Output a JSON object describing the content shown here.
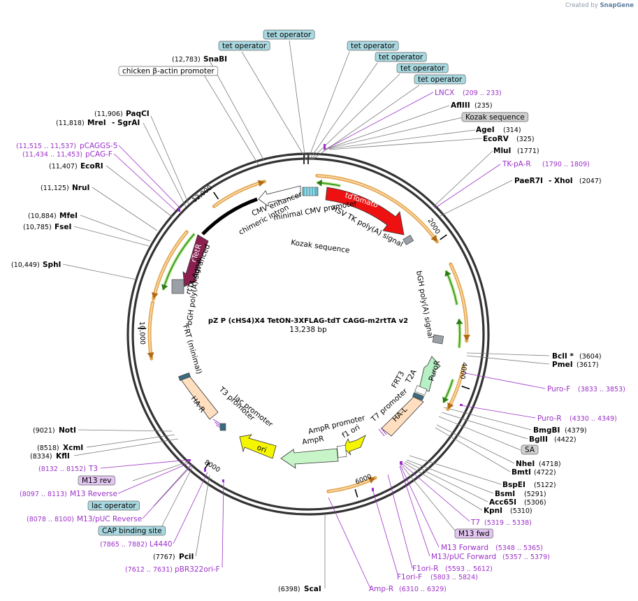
{
  "credit": {
    "prefix": "Created by",
    "brand": "SnapGene"
  },
  "plasmid": {
    "name": "pZ P (cHS4)X4 TetON-3XFLAG-tdT CAGG-m2rtTA v2",
    "length_label": "13,238 bp",
    "length": 13238
  },
  "ticks": [
    "2000",
    "4000",
    "6000",
    "8000",
    "10,000",
    "12,000"
  ],
  "features": [
    {
      "id": "tdTomato",
      "label": "tdTomato",
      "color": "#ee1111",
      "dir": 1,
      "start": 330,
      "end": 2000,
      "text_color": "#ffffff"
    },
    {
      "id": "rtetr",
      "label": "rTetR",
      "color": "#8b2050",
      "dir": -1,
      "start": 10980,
      "end": 11560,
      "text_color": "#ffffff"
    },
    {
      "id": "puror",
      "label": "PuroR",
      "color": "#b7f0c4",
      "dir": 1,
      "start": 3900,
      "end": 4450,
      "text_color": "#000000"
    },
    {
      "id": "t2a",
      "label": "T2A",
      "color": "#ffffff",
      "dir": 1,
      "start": 4460,
      "end": 4530,
      "text_color": "#000000"
    },
    {
      "id": "hal",
      "label": "HA-L",
      "color": "#ffdfbf",
      "dir": 1,
      "start": 4560,
      "end": 5130,
      "text_color": "#000000"
    },
    {
      "id": "ori",
      "label": "ori",
      "color": "#f5f500",
      "dir": -1,
      "start": 7000,
      "end": 7580,
      "text_color": "#000000"
    },
    {
      "id": "ampr",
      "label": "AmpR",
      "color": "#c8f5c8",
      "dir": -1,
      "start": 5900,
      "end": 6700,
      "text_color": "#000000"
    },
    {
      "id": "f1ori",
      "label": "f1 ori",
      "color": "#f5f500",
      "dir": -1,
      "start": 5680,
      "end": 5860,
      "text_color": "#000000"
    },
    {
      "id": "har",
      "label": "HA-R",
      "color": "#ffdfbf",
      "dir": 1,
      "start": 8300,
      "end": 8950,
      "text_color": "#000000"
    },
    {
      "id": "cmv",
      "label": "CMV enhancer",
      "color": "#ffffff",
      "dir": -1,
      "start": 12600,
      "end": 12980,
      "text_color": "#000000"
    }
  ],
  "inner_labels": [
    "CMV enhancer",
    "chimeric intron",
    "minimal CMV promoter",
    "HSV TK poly(A) signal",
    "Kozak sequence",
    "rtTA-Advanced",
    "bGH poly(A) signal",
    "bGH poly(A) signal",
    "FRT (minimal)",
    "T3 promoter",
    "lac promoter",
    "AmpR promoter",
    "AmpR",
    "f1 ori",
    "T7 promoter",
    "FRT3",
    "T2A"
  ],
  "boxes": [
    {
      "label": "tet operator",
      "fill": "#a8d8e0"
    },
    {
      "label": "tet operator",
      "fill": "#a8d8e0"
    },
    {
      "label": "tet operator",
      "fill": "#a8d8e0"
    },
    {
      "label": "tet operator",
      "fill": "#a8d8e0"
    },
    {
      "label": "tet operator",
      "fill": "#a8d8e0"
    },
    {
      "label": "tet operator",
      "fill": "#a8d8e0"
    },
    {
      "label": "chicken β-actin promoter",
      "fill": "#ffffff"
    },
    {
      "label": "Kozak sequence",
      "fill": "#d0d0d0"
    },
    {
      "label": "SA",
      "fill": "#d0d0d0"
    },
    {
      "label": "M13 rev",
      "fill": "#e3c6f2"
    },
    {
      "label": "lac operator",
      "fill": "#a8d8e0"
    },
    {
      "label": "CAP binding site",
      "fill": "#a8d8e0"
    },
    {
      "label": "M13 fwd",
      "fill": "#e3c6f2"
    }
  ],
  "sites_right": [
    {
      "name": "AflIII",
      "pos": "(235)"
    },
    {
      "name": "AgeI",
      "pos": "(314)"
    },
    {
      "name": "EcoRV",
      "pos": "(325)"
    },
    {
      "name": "MluI",
      "pos": "(1771)"
    },
    {
      "name": "PaeR7I",
      "pos": "(2047)",
      "name2": "- XhoI"
    },
    {
      "name": "BclI *",
      "pos": "(3604)"
    },
    {
      "name": "PmeI",
      "pos": "(3617)"
    },
    {
      "name": "BmgBI",
      "pos": "(4379)"
    },
    {
      "name": "BglII",
      "pos": "(4422)"
    },
    {
      "name": "NheI",
      "pos": "(4718)"
    },
    {
      "name": "BmtI",
      "pos": "(4722)"
    },
    {
      "name": "BspEI",
      "pos": "(5122)"
    },
    {
      "name": "BsmI",
      "pos": "(5291)"
    },
    {
      "name": "Acc65I",
      "pos": "(5306)"
    },
    {
      "name": "KpnI",
      "pos": "(5310)"
    }
  ],
  "sites_left": [
    {
      "name": "SnaBI",
      "pos": "(12,783)"
    },
    {
      "name": "PaqCI",
      "pos": "(11,906)"
    },
    {
      "name": "MreI",
      "pos": "(11,818)",
      "name2": "- SgrAI"
    },
    {
      "name": "EcoRI",
      "pos": "(11,407)"
    },
    {
      "name": "NruI",
      "pos": "(11,125)"
    },
    {
      "name": "MfeI",
      "pos": "(10,884)"
    },
    {
      "name": "FseI",
      "pos": "(10,785)"
    },
    {
      "name": "SphI",
      "pos": "(10,449)"
    },
    {
      "name": "NotI",
      "pos": "(9021)"
    },
    {
      "name": "XcmI",
      "pos": "(8518)"
    },
    {
      "name": "KflI",
      "pos": "(8334)"
    },
    {
      "name": "PciI",
      "pos": "(7767)"
    },
    {
      "name": "ScaI",
      "pos": "(6398)"
    }
  ],
  "primers_right": [
    {
      "name": "LNCX",
      "pos": "(209 .. 233)"
    },
    {
      "name": "TK-pA-R",
      "pos": "(1790 .. 1809)"
    },
    {
      "name": "Puro-F",
      "pos": "(3833 .. 3853)"
    },
    {
      "name": "Puro-R",
      "pos": "(4330 .. 4349)"
    },
    {
      "name": "T7",
      "pos": "(5319 .. 5338)"
    },
    {
      "name": "M13 Forward",
      "pos": "(5348 .. 5365)"
    },
    {
      "name": "M13/pUC Forward",
      "pos": "(5357 .. 5379)"
    },
    {
      "name": "F1ori-R",
      "pos": "(5593 .. 5612)"
    },
    {
      "name": "F1ori-F",
      "pos": "(5803 .. 5824)"
    },
    {
      "name": "Amp-R",
      "pos": "(6310 .. 6329)"
    }
  ],
  "primers_left": [
    {
      "name": "pCAGGS-5",
      "pos": "(11,515 .. 11,537)"
    },
    {
      "name": "pCAG-F",
      "pos": "(11,434 .. 11,453)"
    },
    {
      "name": "T3",
      "pos": "(8132 .. 8152)"
    },
    {
      "name": "M13 Reverse",
      "pos": "(8097 .. 8113)"
    },
    {
      "name": "M13/pUC Reverse",
      "pos": "(8078 .. 8100)"
    },
    {
      "name": "L4440",
      "pos": "(7865 .. 7882)"
    },
    {
      "name": "pBR322ori-F",
      "pos": "(7612 .. 7631)"
    }
  ],
  "colors": {
    "primer": "#9b30c8",
    "backbone": "#333333",
    "orf_outline": "#e3a24a",
    "orf_inner": "#3a9a28"
  }
}
